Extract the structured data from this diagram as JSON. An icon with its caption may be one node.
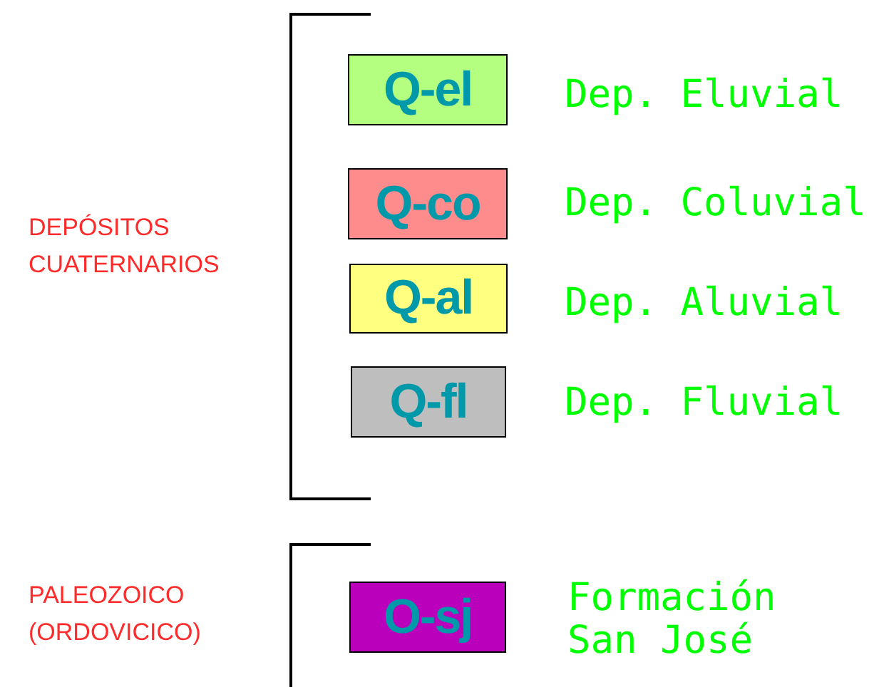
{
  "diagram": {
    "nodes": [
      {
        "text": [
          "Q-el"
        ],
        "beside": [
          "Dep. Eluvial"
        ]
      },
      {
        "text": [
          "Q-co"
        ],
        "beside": [
          "Dep. Coluvial"
        ]
      },
      {
        "text": [
          "Q-al"
        ],
        "beside": [
          "Dep. Aluvial"
        ]
      },
      {
        "text": [
          "Q-fl"
        ],
        "beside": [
          "Dep. Fluvial"
        ]
      },
      {
        "text": [
          "O-sj"
        ],
        "beside": [
          "Formación San José"
        ]
      }
    ],
    "labels": [
      "DEPÓSITOS CUATERNARIOS",
      "PALEOZOICO (ORDOVICICO)"
    ]
  }
}
